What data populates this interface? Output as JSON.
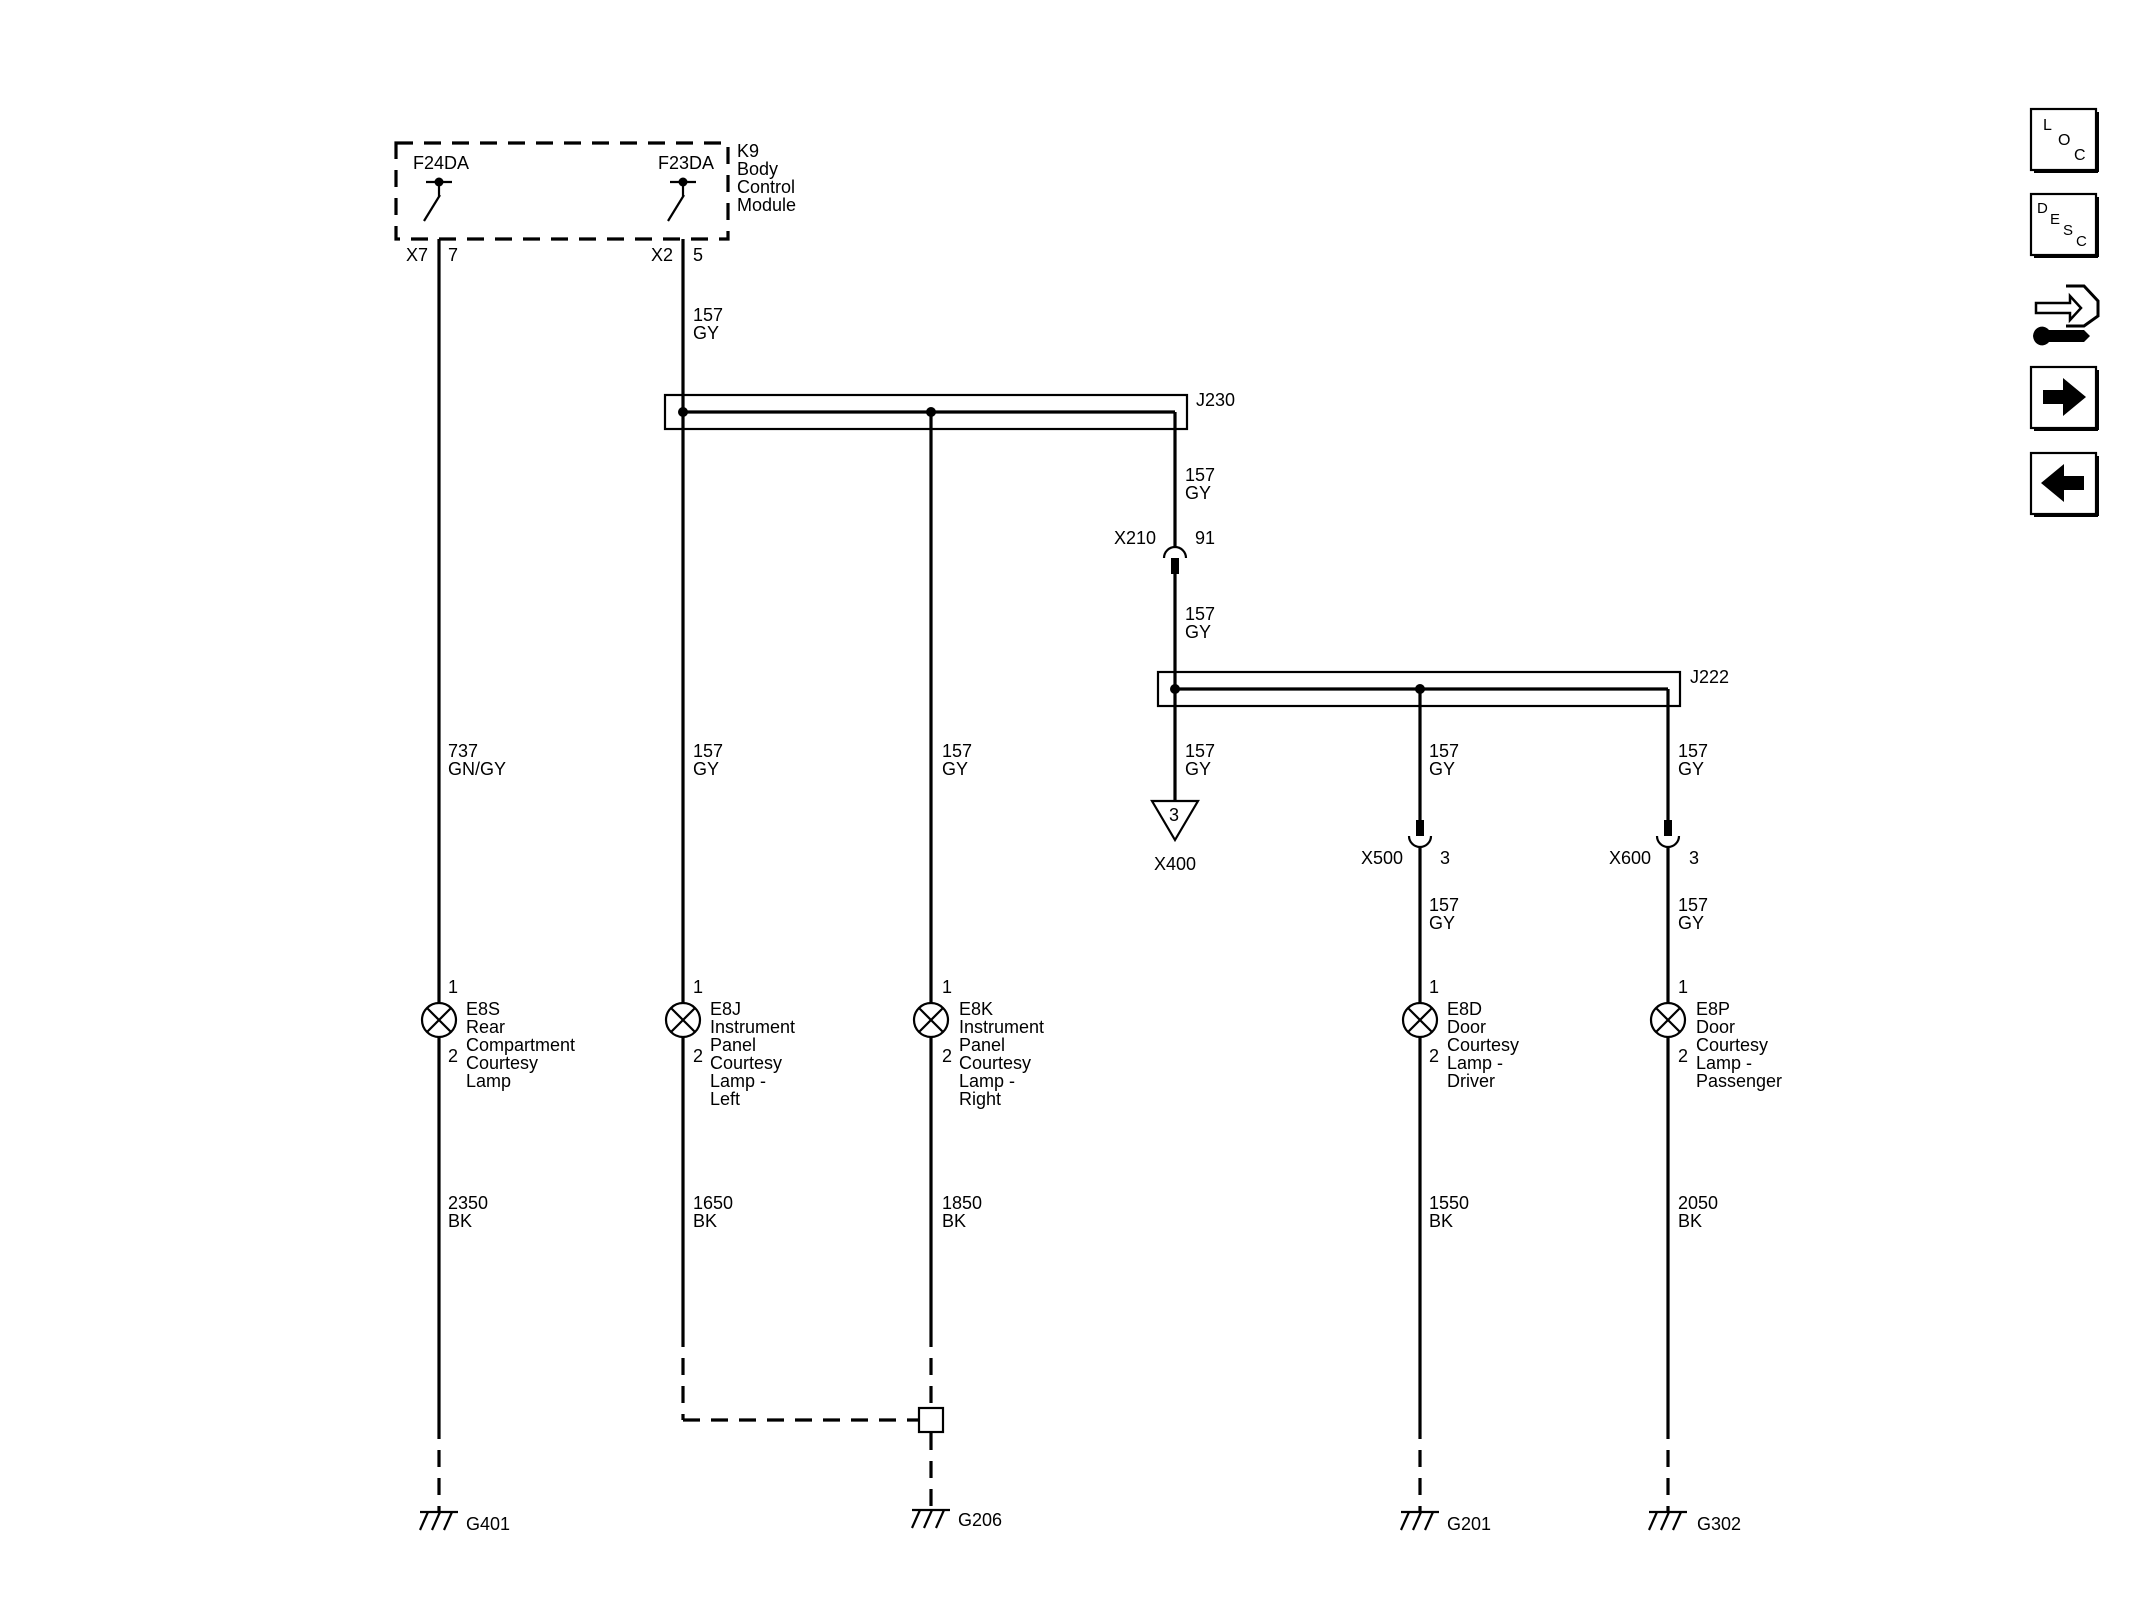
{
  "module": {
    "lines": [
      "K9",
      "Body",
      "Control",
      "Module"
    ],
    "fuse_left": "F24DA",
    "fuse_right": "F23DA",
    "pin_left": {
      "connector": "X7",
      "pin": "7"
    },
    "pin_right": {
      "connector": "X2",
      "pin": "5"
    }
  },
  "splices": {
    "j230": "J230",
    "j222": "J222"
  },
  "wire_labels": [
    [
      "157",
      "GY"
    ],
    [
      "157",
      "GY"
    ],
    [
      "157",
      "GY"
    ],
    [
      "737",
      "GN/GY"
    ],
    [
      "157",
      "GY"
    ],
    [
      "157",
      "GY"
    ],
    [
      "157",
      "GY"
    ],
    [
      "157",
      "GY"
    ],
    [
      "157",
      "GY"
    ],
    [
      "157",
      "GY"
    ],
    [
      "157",
      "GY"
    ],
    [
      "2350",
      "BK"
    ],
    [
      "1650",
      "BK"
    ],
    [
      "1850",
      "BK"
    ],
    [
      "1550",
      "BK"
    ],
    [
      "2050",
      "BK"
    ]
  ],
  "connectors": {
    "x210": {
      "name": "X210",
      "pin": "91"
    },
    "x400": {
      "name": "X400",
      "pin": "3"
    },
    "x500": {
      "name": "X500",
      "pin": "3"
    },
    "x600": {
      "name": "X600",
      "pin": "3"
    }
  },
  "lamps": [
    {
      "pin_top": "1",
      "pin_bottom": "2",
      "lines": [
        "E8S",
        "Rear",
        "Compartment",
        "Courtesy",
        "Lamp"
      ]
    },
    {
      "pin_top": "1",
      "pin_bottom": "2",
      "lines": [
        "E8J",
        "Instrument",
        "Panel",
        "Courtesy",
        "Lamp -",
        "Left"
      ]
    },
    {
      "pin_top": "1",
      "pin_bottom": "2",
      "lines": [
        "E8K",
        "Instrument",
        "Panel",
        "Courtesy",
        "Lamp -",
        "Right"
      ]
    },
    {
      "pin_top": "1",
      "pin_bottom": "2",
      "lines": [
        "E8D",
        "Door",
        "Courtesy",
        "Lamp -",
        "Driver"
      ]
    },
    {
      "pin_top": "1",
      "pin_bottom": "2",
      "lines": [
        "E8P",
        "Door",
        "Courtesy",
        "Lamp -",
        "Passenger"
      ]
    }
  ],
  "grounds": [
    "G401",
    "G206",
    "G201",
    "G302"
  ],
  "nav_buttons": {
    "loc": [
      "L",
      "O",
      "C"
    ],
    "desc": [
      "D",
      "E",
      "S",
      "C"
    ],
    "icons": [
      "connector-wrench-icon",
      "arrow-right-icon",
      "arrow-left-icon"
    ]
  }
}
